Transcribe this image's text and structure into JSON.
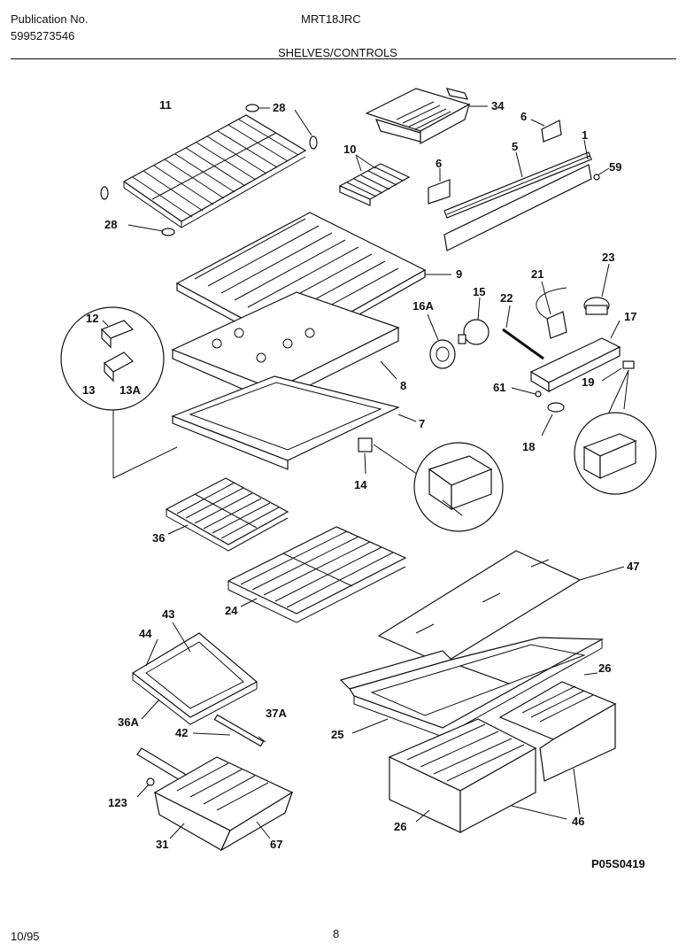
{
  "header": {
    "publication_label": "Publication No.",
    "publication_number": "5995273546",
    "model": "MRT18JRC",
    "section_title": "SHELVES/CONTROLS"
  },
  "footer": {
    "date": "10/95",
    "page": "8",
    "drawing_id": "P05S0419"
  },
  "callouts": {
    "c11": "11",
    "c28a": "28",
    "c28b": "28",
    "c34": "34",
    "c6a": "6",
    "c1": "1",
    "c10": "10",
    "c6b": "6",
    "c5": "5",
    "c59": "59",
    "c9": "9",
    "c12": "12",
    "c13": "13",
    "c13A": "13A",
    "c16A": "16A",
    "c15": "15",
    "c22": "22",
    "c21": "21",
    "c23": "23",
    "c17": "17",
    "c8": "8",
    "c61": "61",
    "c19": "19",
    "c7": "7",
    "c18": "18",
    "c14": "14",
    "c36": "36",
    "c24": "24",
    "c47": "47",
    "c43": "43",
    "c44": "44",
    "c26a": "26",
    "c36A": "36A",
    "c37A": "37A",
    "c42": "42",
    "c25": "25",
    "c123": "123",
    "c26b": "26",
    "c46": "46",
    "c31": "31",
    "c67": "67"
  }
}
